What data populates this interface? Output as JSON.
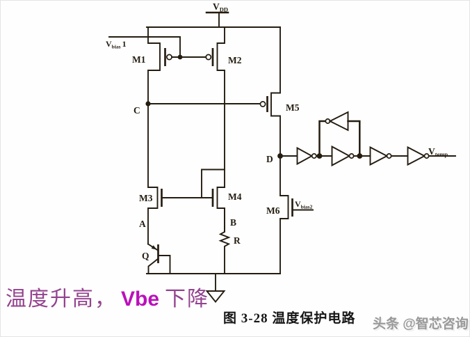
{
  "figure": {
    "caption": "图 3-28 温度保护电路",
    "watermark": "头条 @智芯咨询"
  },
  "annotation": {
    "temp_rise": "温度升高，",
    "vbe": "Vbe",
    "drop": "下降"
  },
  "labels": {
    "vdd": {
      "main": "V",
      "sub": "DD"
    },
    "vbias1": {
      "main": "V",
      "sub": "bias",
      "num": "1"
    },
    "vbias2": {
      "main": "V",
      "sub": "bias2"
    },
    "vtemp": {
      "main": "V",
      "sub": "temp"
    },
    "m1": "M1",
    "m2": "M2",
    "m3": "M3",
    "m4": "M4",
    "m5": "M5",
    "m6": "M6",
    "q": "Q",
    "r": "R",
    "node_a": "A",
    "node_b": "B",
    "node_c": "C",
    "node_d": "D"
  },
  "colors": {
    "ink": "#241c10",
    "annotation_purple": "#93438f",
    "vbe_magenta": "#bb10bb",
    "caption_black": "#151515",
    "watermark_gray": "#999999"
  }
}
